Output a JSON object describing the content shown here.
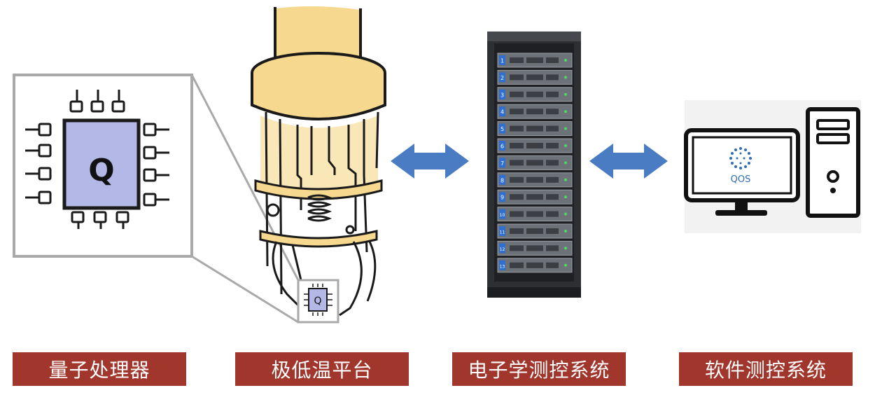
{
  "components": [
    {
      "id": "processor",
      "label": "量子处理器"
    },
    {
      "id": "cryo",
      "label": "极低温平台"
    },
    {
      "id": "electronics",
      "label": "电子学测控系统"
    },
    {
      "id": "software",
      "label": "软件测控系统"
    }
  ],
  "chip": {
    "letter": "Q"
  },
  "rack": {
    "unit_numbers": [
      "1",
      "2",
      "3",
      "4",
      "5",
      "6",
      "7",
      "8",
      "9",
      "10",
      "11",
      "12",
      "13"
    ]
  },
  "monitor": {
    "logo_text": "QOS"
  },
  "colors": {
    "label_bg": "#a0362c",
    "arrow": "#4a7cc4",
    "chip_fill": "#b4b8e6",
    "cryo_fill": "#f6d98e",
    "zoom_border": "#a9a9a9"
  }
}
